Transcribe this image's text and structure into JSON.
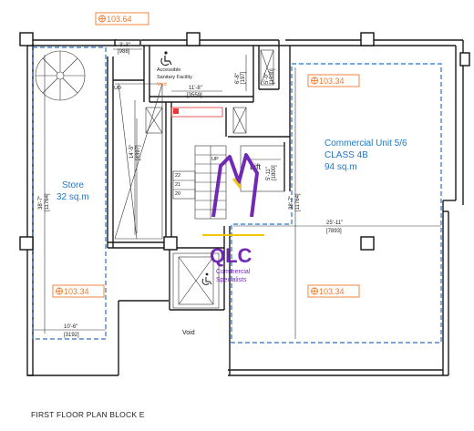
{
  "levels": {
    "top": "103.64",
    "right_top": "103.34",
    "left_bottom": "103.34",
    "right_bottom": "103.34"
  },
  "rooms": {
    "store": {
      "name": "Store",
      "area": "32 sq.m"
    },
    "commercial": {
      "name": "Commercial Unit 5/6",
      "class": "CLASS 4B",
      "area": "94 sq.m"
    },
    "sanitary": {
      "name_1": "Accessible",
      "name_2": "Sanitary Facility",
      "note": "Void"
    },
    "lift": "Lift",
    "void": "Void"
  },
  "dimensions": {
    "d1": "3'-3\"",
    "d1m": "[988]",
    "d2": "11'-8\"",
    "d2m": "[3559]",
    "d3": "6'-8\"",
    "d3m": "[197]",
    "d4": "5'-0\"",
    "d4m": "[1530]",
    "d5": "14'-5\"",
    "d5m": "[4397]",
    "d6": "5'-11\"",
    "d6m": "[1800]",
    "d7": "38'-7\"",
    "d7m": "[11764]",
    "d8": "38'-7\"",
    "d8m": "[11764]",
    "d9": "25'-11\"",
    "d9m": "[7893]",
    "d10": "10'-6\"",
    "d10m": "[3192]"
  },
  "small_labels": {
    "ud": "UD",
    "up": "UP"
  },
  "logo": {
    "mark": "QLC",
    "line1": "Commercial",
    "line2": "Specialists"
  },
  "caption": "FIRST FLOOR PLAN BLOCK E",
  "colors": {
    "orange": "#f07a2a",
    "blue": "#1e78c8",
    "purple": "#6a1fb0",
    "yellow": "#f5c400"
  }
}
